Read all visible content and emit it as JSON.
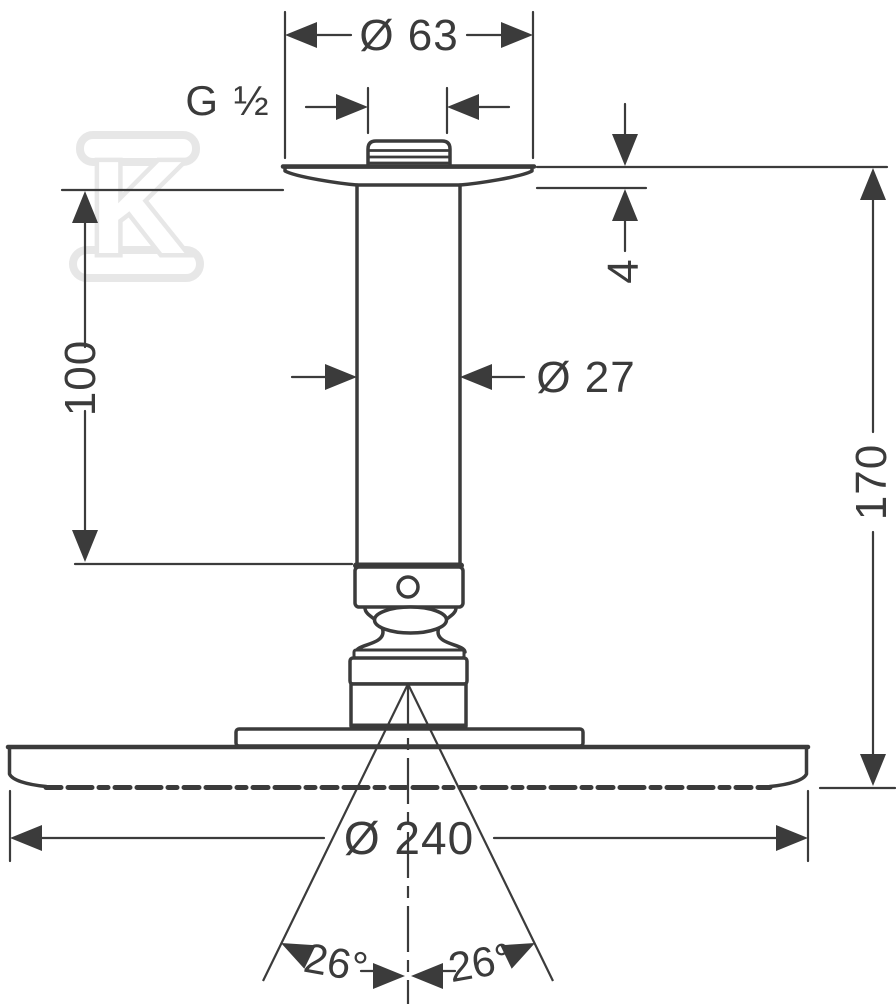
{
  "drawing": {
    "colors": {
      "line": "#3b3b3b",
      "background": "#ffffff",
      "watermark": "#e7e7e7"
    },
    "dimensions": {
      "flange_diameter": "Ø 63",
      "thread_size": "G ½",
      "flange_thickness": "4",
      "arm_length": "100",
      "arm_diameter": "Ø 27",
      "overall_height": "170",
      "head_diameter": "Ø 240",
      "spray_angle_left": "26°",
      "spray_angle_right": "26°"
    },
    "watermark": {
      "letter": "K"
    }
  }
}
